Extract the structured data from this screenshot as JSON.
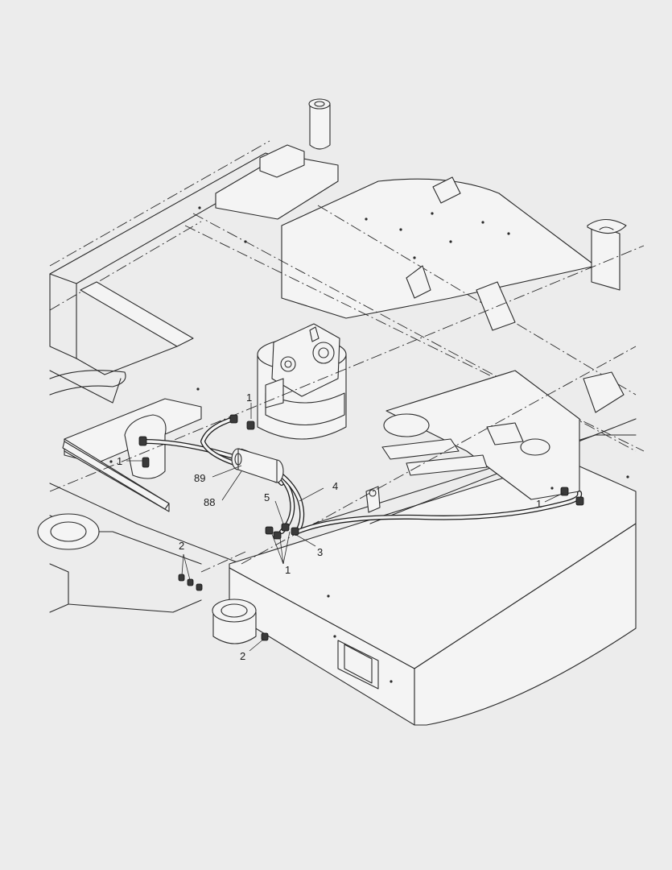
{
  "callouts": {
    "c1_top": "1",
    "c1_left": "1",
    "c1_right": "1",
    "c1_bottom": "1",
    "c2_left": "2",
    "c2_bottom": "2",
    "c3": "3",
    "c4": "4",
    "c5": "5",
    "c88": "88",
    "c89": "89"
  },
  "colors": {
    "background": "#ececec",
    "line": "#2a2a2a",
    "face": "#f4f4f4"
  }
}
